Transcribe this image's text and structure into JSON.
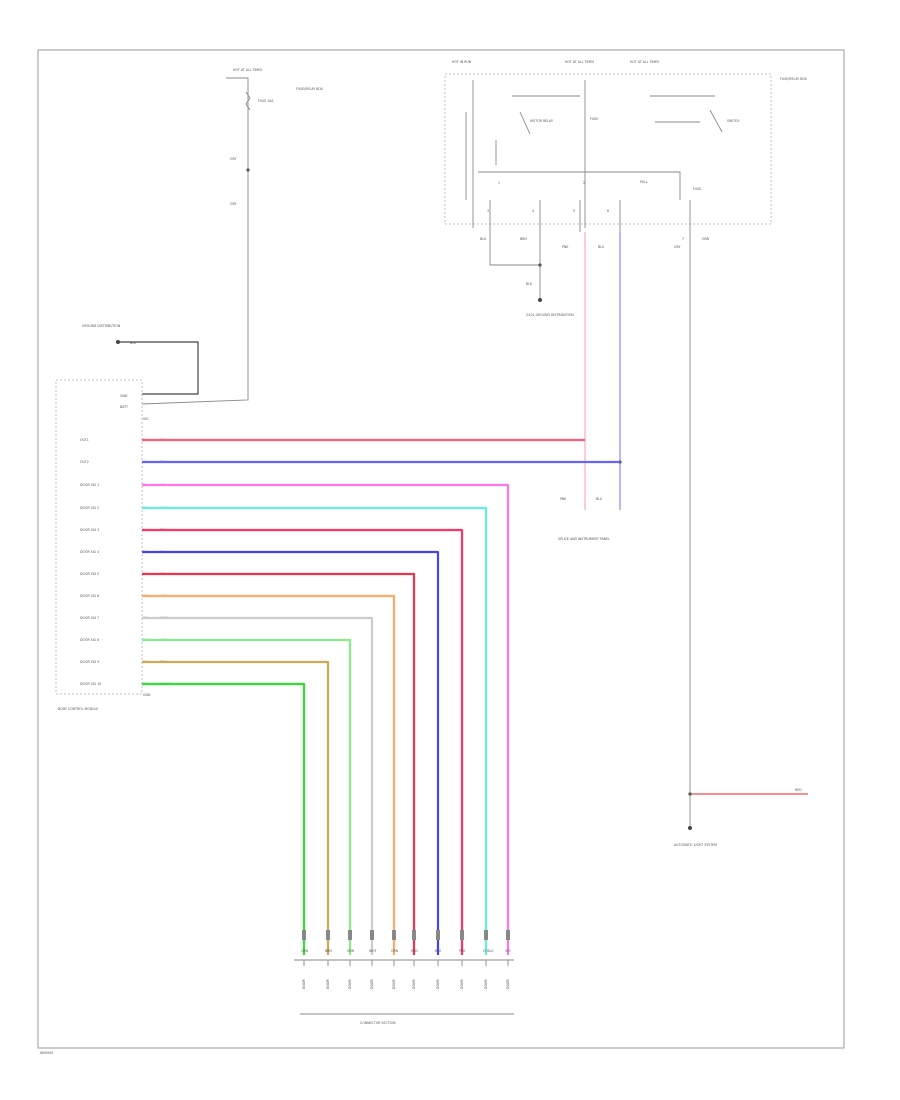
{
  "footer_code": "W00000",
  "hot_at_top": {
    "label": "HOT AT ALL TIMES"
  },
  "fuse_label": "FUSE 10A",
  "fuse_box_label": "FUSE/RELAY BOX",
  "gray_a": "GRY",
  "gray_b": "GRY",
  "relay_box": {
    "hot_left": "HOT IN RUN",
    "hot_mid": "HOT AT ALL TIMES",
    "hot_right": "HOT AT ALL TIMES",
    "title": "FUSE/RELAY BOX",
    "relay_label": "MOTOR RELAY",
    "fuse_mid": "FUSE",
    "pull_label": "PULL",
    "fuse_right": "FUSE",
    "switch_label": "SWITCH",
    "pin1": "1",
    "pin2": "2",
    "pin3": "3",
    "pin4": "4",
    "pin5": "5",
    "pin6": "6",
    "pin7": "7",
    "w1": "BLK",
    "w2": "BRN",
    "w3": "PNK",
    "w4": "BLU",
    "w5": "GRY",
    "w6": "GRN"
  },
  "ground_drop": {
    "wire": "BLK",
    "label": "G101 GROUND DISTRIBUTION"
  },
  "side_ground": {
    "label": "GROUND DISTRIBUTION",
    "wire": "BLK"
  },
  "module": {
    "title": "BODY CONTROL MODULE",
    "pin_top": "GND",
    "pin_power": "BATT",
    "pin_sig": "SIG",
    "last_pin": "GND",
    "rows": [
      {
        "pin": "5",
        "label": "OUT1",
        "wire": "PNK"
      },
      {
        "pin": "6",
        "label": "OUT2",
        "wire": "BLU"
      },
      {
        "pin": "7",
        "label": "DOOR SIG 1",
        "wire": "VIO"
      },
      {
        "pin": "8",
        "label": "DOOR SIG 2",
        "wire": "LT BLU"
      },
      {
        "pin": "9",
        "label": "DOOR SIG 3",
        "wire": "PNK"
      },
      {
        "pin": "10",
        "label": "DOOR SIG 4",
        "wire": "BLU"
      },
      {
        "pin": "11",
        "label": "DOOR SIG 5",
        "wire": "RED"
      },
      {
        "pin": "12",
        "label": "DOOR SIG 6",
        "wire": "ORN"
      },
      {
        "pin": "13",
        "label": "DOOR SIG 7",
        "wire": "WHT"
      },
      {
        "pin": "14",
        "label": "DOOR SIG 8",
        "wire": "GRN"
      },
      {
        "pin": "15",
        "label": "DOOR SIG 9",
        "wire": "BRN"
      },
      {
        "pin": "16",
        "label": "DOOR SIG 10",
        "wire": "LT GRN"
      }
    ]
  },
  "splice": {
    "pink": "PNK",
    "blue": "BLU",
    "label": "SPLICE AND INSTRUMENT PANEL"
  },
  "right_tail": {
    "label": "AUTOMATIC LIGHT SYSTEM",
    "wire": "RED"
  },
  "connector": {
    "title": "CONNECTOR SECTION",
    "wires": [
      "GRN",
      "BRN",
      "GRN",
      "WHT",
      "ORN",
      "RED",
      "BLU",
      "PNK",
      "LT BLU",
      "VIO"
    ],
    "labels": [
      "DOOR",
      "DOOR",
      "DOOR",
      "DOOR",
      "DOOR",
      "DOOR",
      "DOOR",
      "DOOR",
      "DOOR",
      "DOOR"
    ]
  },
  "chart_data": {
    "wires_colors": [
      "#ff5a78",
      "#6666ff",
      "#ff77ee",
      "#66eedd",
      "#ff3366",
      "#4444ee",
      "#ee3355",
      "#ffaa66",
      "#cccccc",
      "#88ee88",
      "#ccaa55",
      "#33dd33"
    ]
  }
}
